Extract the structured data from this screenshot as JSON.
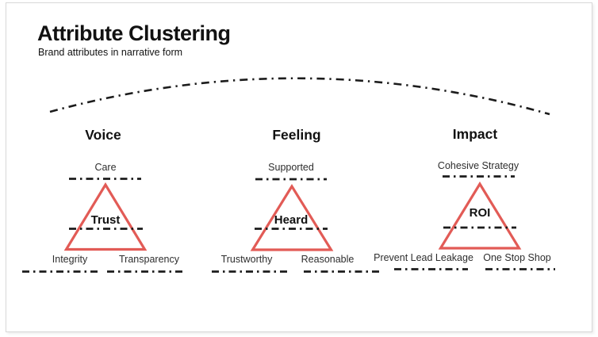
{
  "header": {
    "title": "Attribute Clustering",
    "subtitle": "Brand attributes in narrative form"
  },
  "clusters": [
    {
      "heading": "Voice",
      "top_attribute": "Care",
      "core_attribute": "Trust",
      "bottom_left_attribute": "Integrity",
      "bottom_right_attribute": "Transparency"
    },
    {
      "heading": "Feeling",
      "top_attribute": "Supported",
      "core_attribute": "Heard",
      "bottom_left_attribute": "Trustworthy",
      "bottom_right_attribute": "Reasonable"
    },
    {
      "heading": "Impact",
      "top_attribute": "Cohesive Strategy",
      "core_attribute": "ROI",
      "bottom_left_attribute": "Prevent Lead Leakage",
      "bottom_right_attribute": "One Stop Shop"
    }
  ],
  "colors": {
    "triangle": "#e25b56",
    "line": "#1c1c1c",
    "text": "#111111",
    "label": "#2e2e2e",
    "border": "#d8d8d8"
  }
}
